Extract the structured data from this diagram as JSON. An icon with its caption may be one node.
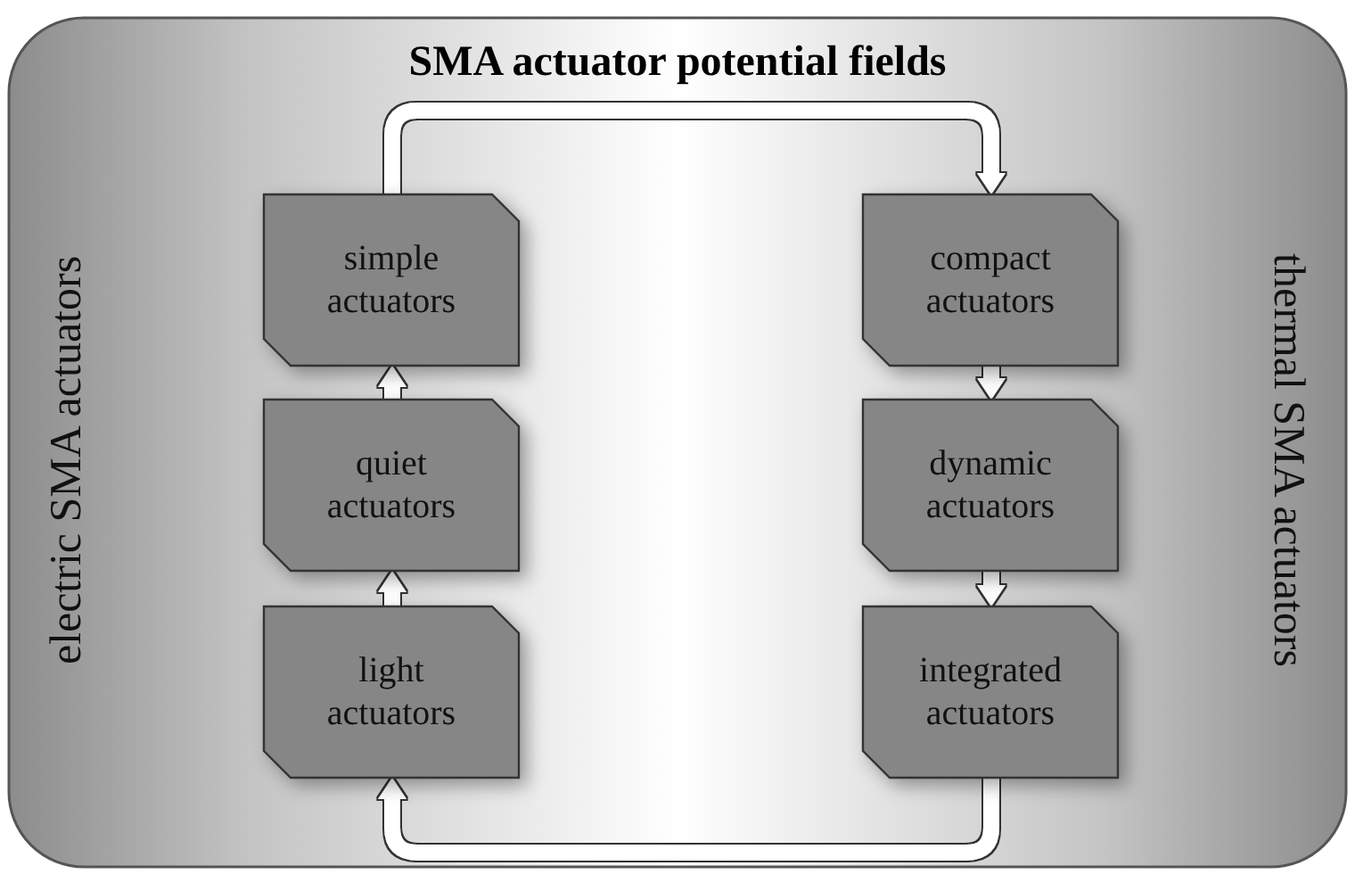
{
  "diagram": {
    "title": "SMA actuator potential fields",
    "nodes": [
      {
        "text": [
          "simple actuators"
        ]
      },
      {
        "text": [
          "compact actuators"
        ]
      },
      {
        "text": [
          "quiet actuators"
        ]
      },
      {
        "text": [
          "dynamic actuators"
        ]
      },
      {
        "text": [
          "light actuators"
        ]
      },
      {
        "text": [
          "integrated actuators"
        ]
      }
    ],
    "edges": [
      {
        "from": 4,
        "to": 2,
        "arrow": "to"
      },
      {
        "from": 2,
        "to": 0,
        "arrow": "to"
      },
      {
        "from": 0,
        "to": 1,
        "arrow": "to"
      },
      {
        "from": 1,
        "to": 3,
        "arrow": "to"
      },
      {
        "from": 3,
        "to": 5,
        "arrow": "to"
      },
      {
        "from": 5,
        "to": 4,
        "arrow": "to"
      }
    ],
    "labels": [
      "electric SMA actuators",
      "thermal SMA actuators"
    ]
  }
}
